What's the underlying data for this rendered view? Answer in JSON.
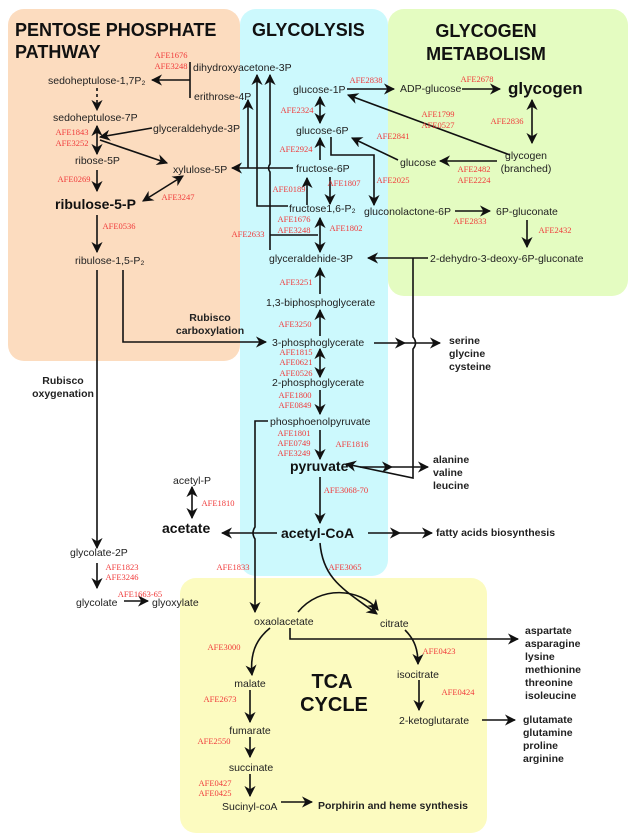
{
  "colors": {
    "ppp": "#fcdcbf",
    "glycolysis": "#ccf9fd",
    "glycogen": "#e4fcc1",
    "tca": "#fcfbc0",
    "enzyme": "#f03a3a"
  },
  "titles": {
    "ppp_1": "PENTOSE PHOSPHATE",
    "ppp_2": "PATHWAY",
    "glycolysis": "GLYCOLYSIS",
    "glycogen_1": "GLYCOGEN",
    "glycogen_2": "METABOLISM",
    "tca_1": "TCA",
    "tca_2": "CYCLE"
  },
  "metabolites": {
    "dhap": "dihydroxyacetone-3P",
    "sedo17": "sedoheptulose-1,7P₂",
    "e4p": "erithrose-4P",
    "sedo7": "sedoheptulose-7P",
    "gap_ppp": "glyceraldehyde-3P",
    "r5p": "ribose-5P",
    "x5p": "xylulose-5P",
    "ru5p": "ribulose-5-P",
    "rubp": "ribulose-1,5-P₂",
    "g1p": "glucose-1P",
    "g6p": "glucose-6P",
    "f6p": "fructose-6P",
    "fbp": "fructose1,6-P₂",
    "gap": "glyceraldehide-3P",
    "adpg": "ADP-glucose",
    "glycogen": "glycogen",
    "glucose": "glucose",
    "glycogen_br_1": "glycogen",
    "glycogen_br_2": "(branched)",
    "gl6p": "gluconolactone-6P",
    "pg6": "6P-gluconate",
    "kdpg": "2-dehydro-3-deoxy-6P-gluconate",
    "bpg": "1,3-biphosphoglycerate",
    "pg3": "3-phosphoglycerate",
    "pg2": "2-phosphoglycerate",
    "pep": "phosphoenolpyruvate",
    "pyruvate": "pyruvate",
    "acetylp": "acetyl-P",
    "acetate": "acetate",
    "acetylcoa": "acetyl-CoA",
    "glycolate2p": "glycolate-2P",
    "glycolate": "glycolate",
    "glyoxylate": "glyoxylate",
    "oaa": "oxaolacetate",
    "citrate": "citrate",
    "isocitrate": "isocitrate",
    "malate": "malate",
    "akg": "2-ketoglutarate",
    "fumarate": "fumarate",
    "succinate": "succinate",
    "succoa": "Sucinyl-coA"
  },
  "enzymes": {
    "e1": "AFE1676",
    "e2": "AFE3248",
    "e3": "AFE1843",
    "e4": "AFE3252",
    "e5": "AFE0269",
    "e6": "AFE3247",
    "e7": "AFE0536",
    "e8": "AFE2633",
    "e9": "AFE2838",
    "e10": "AFE2678",
    "e11": "AFE2324",
    "e12": "AFE1799",
    "e13": "AFE0527",
    "e14": "AFE2836",
    "e15": "AFE2841",
    "e16": "AFE2924",
    "e17": "AFE2482",
    "e18": "AFE2224",
    "e19": "AFE1807",
    "e20": "AFE2025",
    "e21": "AFE0189",
    "e22": "AFE2833",
    "e23": "AFE1676",
    "e24": "AFE3248",
    "e25": "AFE1802",
    "e26": "AFE2432",
    "e27": "AFE3251",
    "e28": "AFE3250",
    "e29": "AFE1815",
    "e30": "AFE0621",
    "e31": "AFE0526",
    "e32": "AFE1800",
    "e33": "AFE0849",
    "e34": "AFE1801",
    "e35": "AFE0749",
    "e36": "AFE3249",
    "e37": "AFE1816",
    "e38": "AFE3068-70",
    "e39": "AFE1810",
    "e40": "AFE1823",
    "e41": "AFE3246",
    "e42": "AFE1663-65",
    "e43": "AFE1833",
    "e44": "AFE3065",
    "e45": "AFE3000",
    "e46": "AFE0423",
    "e47": "AFE0424",
    "e48": "AFE2673",
    "e49": "AFE2550",
    "e50": "AFE0427",
    "e51": "AFE0425"
  },
  "labels": {
    "carbox_1": "Rubisco",
    "carbox_2": "carboxylation",
    "oxy_1": "Rubisco",
    "oxy_2": "oxygenation"
  },
  "products": {
    "ser": [
      "serine",
      "glycine",
      "cysteine"
    ],
    "ala": [
      "alanine",
      "valine",
      "leucine"
    ],
    "fatty": "fatty acids biosynthesis",
    "asp": [
      "aspartate",
      "asparagine",
      "lysine",
      "methionine",
      "threonine",
      "isoleucine"
    ],
    "glu": [
      "glutamate",
      "glutamine",
      "proline",
      "arginine"
    ],
    "heme": "Porphirin and heme synthesis"
  }
}
